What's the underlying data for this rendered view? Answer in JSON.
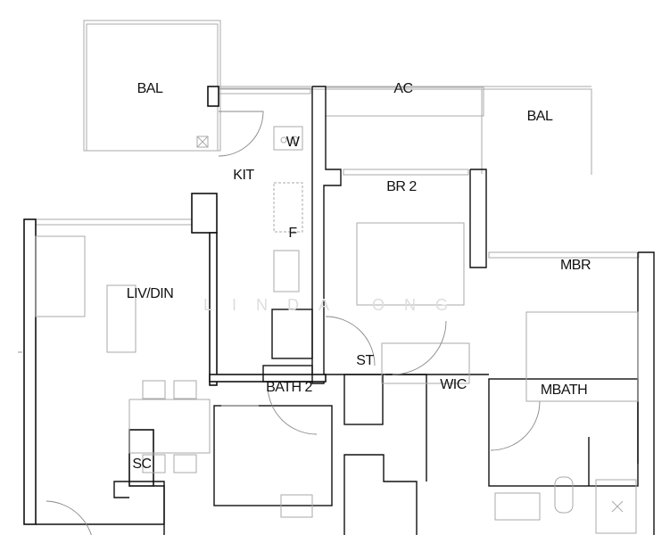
{
  "title": "Floor plan",
  "watermark": "LINDA ONG",
  "rooms": {
    "bal_left": "BAL",
    "ac": "AC",
    "bal_right": "BAL",
    "kit": "KIT",
    "washer": "W",
    "fridge": "F",
    "br2": "BR 2",
    "mbr": "MBR",
    "liv_din": "LIV/DIN",
    "st": "ST",
    "bath2": "BATH 2",
    "wic": "WIC",
    "mbath": "MBATH",
    "sc": "SC"
  }
}
